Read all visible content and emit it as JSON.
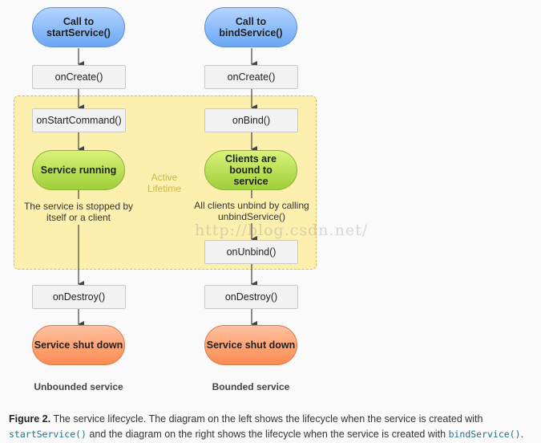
{
  "diagram": {
    "active_lifetime_label": "Active Lifetime",
    "watermark": "http://blog.csdn.net/",
    "colors": {
      "start": "#6aa8f4",
      "running": "#9fcf3a",
      "shutdown": "#fb8a52",
      "active_region": "#fdefae"
    },
    "left": {
      "start": "Call to startService()",
      "on_create": "onCreate()",
      "on_start_command": "onStartCommand()",
      "running": "Service running",
      "note": "The service is stopped by itself or a client",
      "on_destroy": "onDestroy()",
      "shutdown": "Service shut down",
      "label": "Unbounded service"
    },
    "right": {
      "start": "Call to bindService()",
      "on_create": "onCreate()",
      "on_bind": "onBind()",
      "running": "Clients are bound to service",
      "note": "All clients unbind by calling unbindService()",
      "on_unbind": "onUnbind()",
      "on_destroy": "onDestroy()",
      "shutdown": "Service shut down",
      "label": "Bounded service"
    }
  },
  "caption": {
    "figure": "Figure 2.",
    "text1": " The service lifecycle. The diagram on the left shows the lifecycle when the service is created with ",
    "code1": "startService()",
    "text2": " and the diagram on the right shows the lifecycle when the service is created with ",
    "code2": "bindService()",
    "text3": "."
  }
}
